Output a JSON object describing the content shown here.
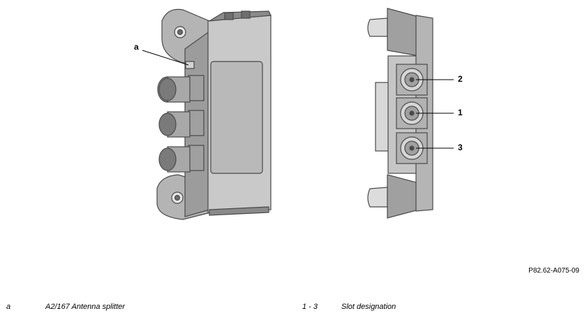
{
  "callouts": {
    "a": "a",
    "slot_2": "2",
    "slot_1": "1",
    "slot_3": "3"
  },
  "figure_id": "P82.62-A075-09",
  "legend": [
    {
      "key": "a",
      "text": "A2/167 Antenna splitter"
    },
    {
      "key": "1 - 3",
      "text": "Slot designation"
    }
  ],
  "colors": {
    "housing_light": "#c9c9c9",
    "housing_mid": "#a9a9a9",
    "housing_dark": "#7d7d7d",
    "outline": "#4a4a4a"
  }
}
